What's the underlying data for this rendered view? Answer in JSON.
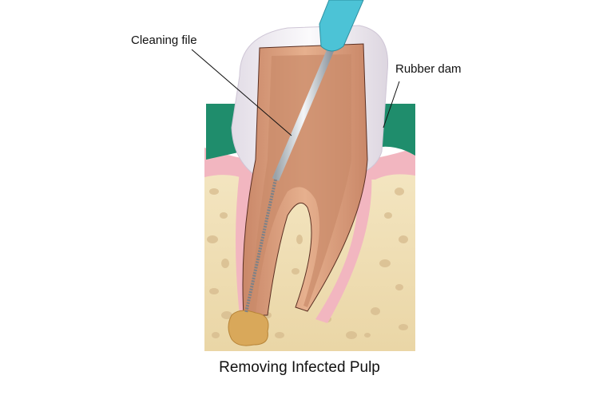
{
  "labels": {
    "cleaning_file": "Cleaning file",
    "rubber_dam": "Rubber dam"
  },
  "caption": "Removing Infected Pulp",
  "colors": {
    "bone": "#efdcae",
    "bone_pores": "#d6b98a",
    "gum": "#f2b6c0",
    "rubber_dam": "#1f8d6c",
    "crown": "#f1eef2",
    "dentin": "#d9a27e",
    "pulp": "#c98a6a",
    "file_handle": "#4cc3d6",
    "infection": "#d9a85a"
  }
}
